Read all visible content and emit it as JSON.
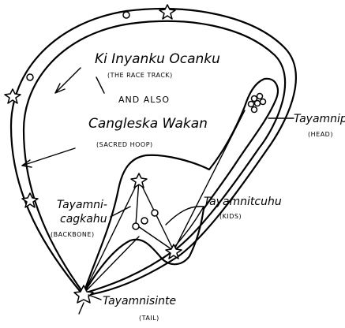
{
  "labels": {
    "race_track": "Ki Inyanku Ocanku",
    "race_track_en": "(THE RACE TRACK)",
    "and_also": "AND ALSO",
    "sacred_hoop": "Cangleska Wakan",
    "sacred_hoop_en": "(SACRED HOOP)",
    "head": "Tayamnipa",
    "head_en": "(HEAD)",
    "kidneys": "Tayamnitcuhu",
    "kidneys_en": "(KIDS)",
    "backbone_1": "Tayamni-",
    "backbone_2": "cagkahu",
    "backbone_en": "(BACKBONE)",
    "tail": "Tayamnisinte",
    "tail_en": "(TAIL)"
  }
}
